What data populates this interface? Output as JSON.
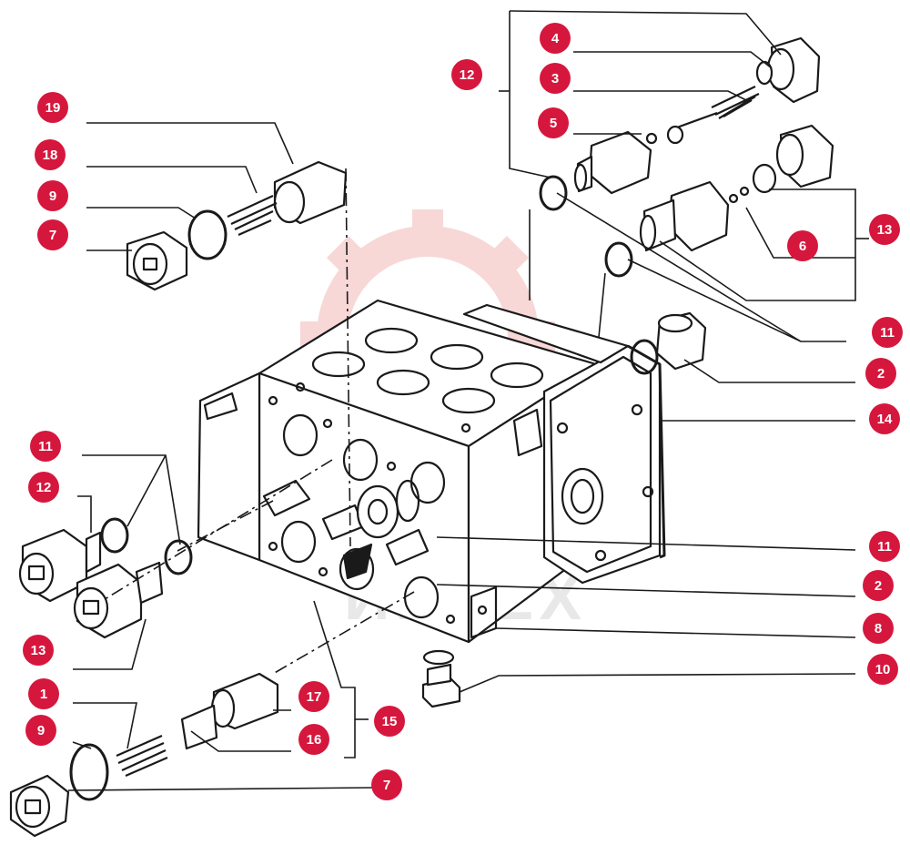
{
  "diagram": {
    "watermark_text": "ИНТЕХ",
    "colors": {
      "callout_fill": "#d6173d",
      "callout_text": "#ffffff",
      "line": "#1a1a1a",
      "watermark_gear": "#f6caca"
    },
    "callouts": [
      "19",
      "18",
      "9",
      "7",
      "12",
      "4",
      "3",
      "5",
      "13",
      "6",
      "11",
      "2",
      "14",
      "11",
      "12",
      "13",
      "11",
      "2",
      "8",
      "10",
      "1",
      "9",
      "17",
      "16",
      "15",
      "7"
    ]
  }
}
